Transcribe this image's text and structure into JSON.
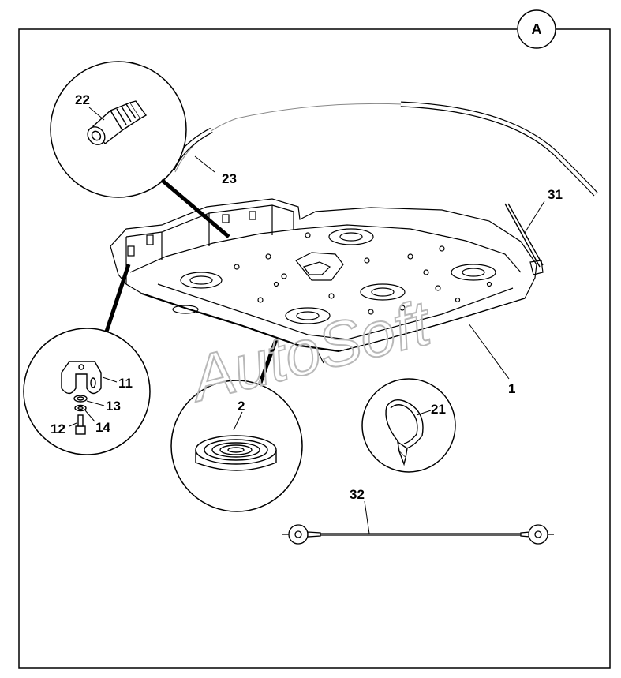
{
  "section_marker": "A",
  "watermark": "AutoSoft",
  "callouts": {
    "c1": "1",
    "c2": "2",
    "c11": "11",
    "c12": "12",
    "c13": "13",
    "c14": "14",
    "c21": "21",
    "c22": "22",
    "c23": "23",
    "c31": "31",
    "c32": "32"
  }
}
